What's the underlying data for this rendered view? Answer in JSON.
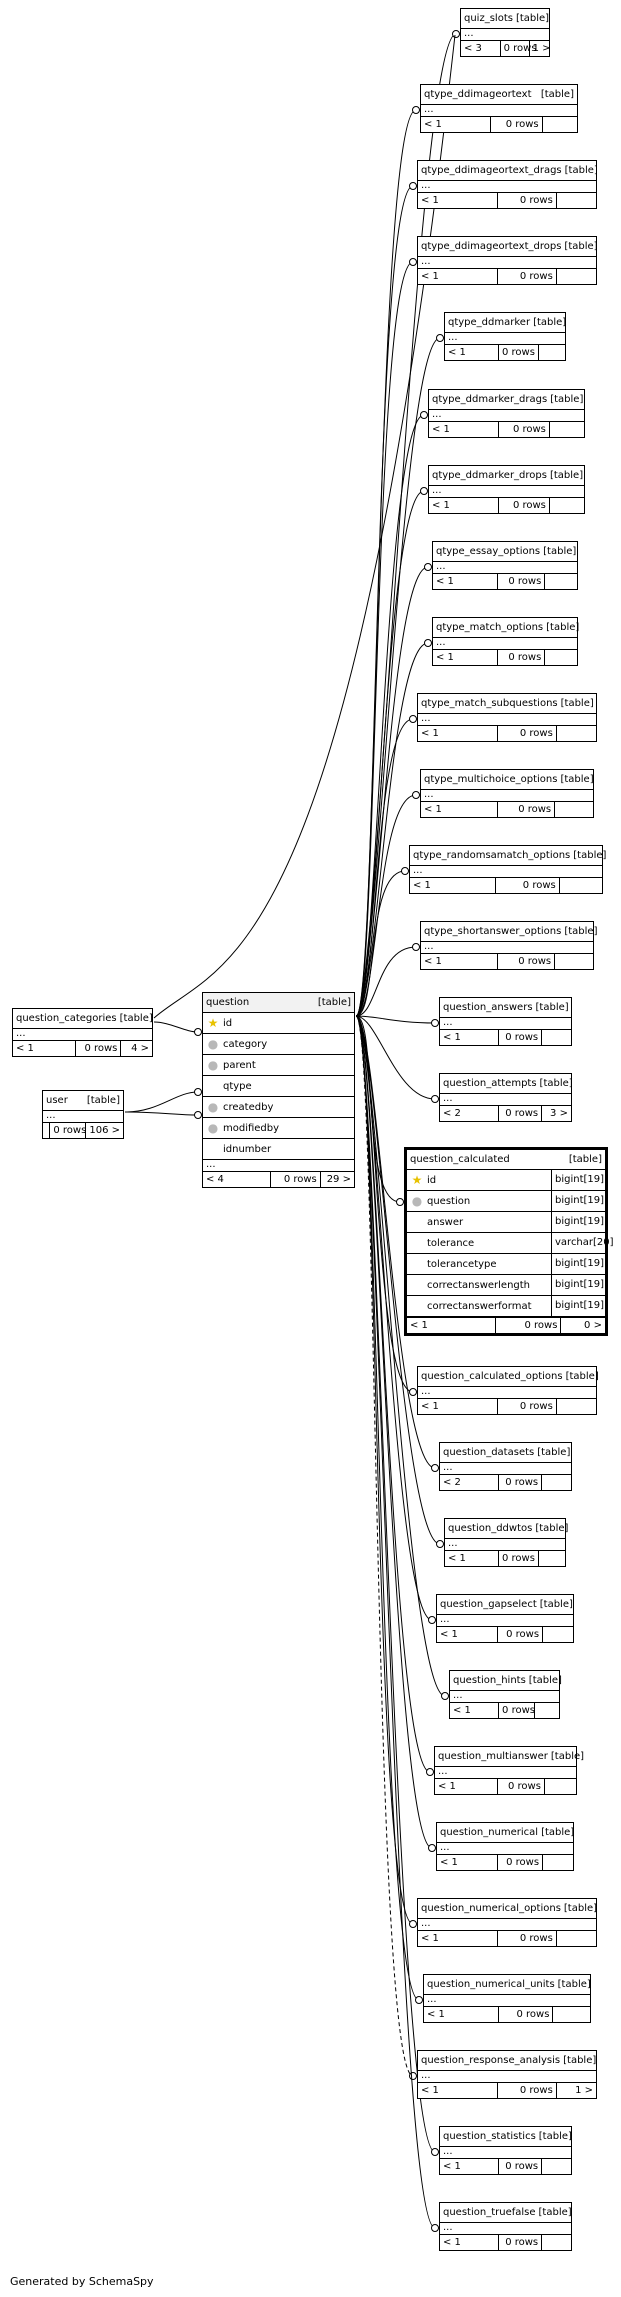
{
  "generated_by": "Generated by SchemaSpy",
  "table_tag": "[table]",
  "ellipsis": "...",
  "icons": {
    "primary_key": "key-icon-gold",
    "foreign_key": "key-icon-gray"
  },
  "colors": {
    "pk": "#e8c200",
    "fk": "#b8b8b8",
    "line": "#000000"
  },
  "question": {
    "name": "question",
    "columns": [
      {
        "name": "id",
        "key": "pk"
      },
      {
        "name": "category",
        "key": "fk"
      },
      {
        "name": "parent",
        "key": "fk"
      },
      {
        "name": "qtype",
        "key": ""
      },
      {
        "name": "createdby",
        "key": "fk"
      },
      {
        "name": "modifiedby",
        "key": "fk"
      },
      {
        "name": "idnumber",
        "key": ""
      }
    ],
    "foot": [
      "< 4",
      "0 rows",
      "29 >"
    ]
  },
  "question_categories": {
    "name": "question_categories",
    "foot": [
      "< 1",
      "0 rows",
      "4 >"
    ]
  },
  "user": {
    "name": "user",
    "foot": [
      "",
      "0 rows",
      "106 >"
    ]
  },
  "question_calculated": {
    "name": "question_calculated",
    "columns": [
      {
        "name": "id",
        "type": "bigint[19]",
        "key": "pk"
      },
      {
        "name": "question",
        "type": "bigint[19]",
        "key": "fk"
      },
      {
        "name": "answer",
        "type": "bigint[19]",
        "key": ""
      },
      {
        "name": "tolerance",
        "type": "varchar[20]",
        "key": ""
      },
      {
        "name": "tolerancetype",
        "type": "bigint[19]",
        "key": ""
      },
      {
        "name": "correctanswerlength",
        "type": "bigint[19]",
        "key": ""
      },
      {
        "name": "correctanswerformat",
        "type": "bigint[19]",
        "key": ""
      }
    ],
    "foot": [
      "< 1",
      "0 rows",
      "0 >"
    ]
  },
  "right_tables": [
    {
      "name": "quiz_slots",
      "foot": [
        "< 3",
        "0 rows",
        "1 >"
      ]
    },
    {
      "name": "qtype_ddimageortext",
      "foot": [
        "< 1",
        "0 rows",
        ""
      ]
    },
    {
      "name": "qtype_ddimageortext_drags",
      "foot": [
        "< 1",
        "0 rows",
        ""
      ]
    },
    {
      "name": "qtype_ddimageortext_drops",
      "foot": [
        "< 1",
        "0 rows",
        ""
      ]
    },
    {
      "name": "qtype_ddmarker",
      "foot": [
        "< 1",
        "0 rows",
        ""
      ]
    },
    {
      "name": "qtype_ddmarker_drags",
      "foot": [
        "< 1",
        "0 rows",
        ""
      ]
    },
    {
      "name": "qtype_ddmarker_drops",
      "foot": [
        "< 1",
        "0 rows",
        ""
      ]
    },
    {
      "name": "qtype_essay_options",
      "foot": [
        "< 1",
        "0 rows",
        ""
      ]
    },
    {
      "name": "qtype_match_options",
      "foot": [
        "< 1",
        "0 rows",
        ""
      ]
    },
    {
      "name": "qtype_match_subquestions",
      "foot": [
        "< 1",
        "0 rows",
        ""
      ]
    },
    {
      "name": "qtype_multichoice_options",
      "foot": [
        "< 1",
        "0 rows",
        ""
      ]
    },
    {
      "name": "qtype_randomsamatch_options",
      "foot": [
        "< 1",
        "0 rows",
        ""
      ]
    },
    {
      "name": "qtype_shortanswer_options",
      "foot": [
        "< 1",
        "0 rows",
        ""
      ]
    },
    {
      "name": "question_answers",
      "foot": [
        "< 1",
        "0 rows",
        ""
      ]
    },
    {
      "name": "question_attempts",
      "foot": [
        "< 2",
        "0 rows",
        "3 >"
      ]
    },
    {
      "name": "question_calculated_options",
      "foot": [
        "< 1",
        "0 rows",
        ""
      ]
    },
    {
      "name": "question_datasets",
      "foot": [
        "< 2",
        "0 rows",
        ""
      ]
    },
    {
      "name": "question_ddwtos",
      "foot": [
        "< 1",
        "0 rows",
        ""
      ]
    },
    {
      "name": "question_gapselect",
      "foot": [
        "< 1",
        "0 rows",
        ""
      ]
    },
    {
      "name": "question_hints",
      "foot": [
        "< 1",
        "0 rows",
        ""
      ]
    },
    {
      "name": "question_multianswer",
      "foot": [
        "< 1",
        "0 rows",
        ""
      ]
    },
    {
      "name": "question_numerical",
      "foot": [
        "< 1",
        "0 rows",
        ""
      ]
    },
    {
      "name": "question_numerical_options",
      "foot": [
        "< 1",
        "0 rows",
        ""
      ]
    },
    {
      "name": "question_numerical_units",
      "foot": [
        "< 1",
        "0 rows",
        ""
      ]
    },
    {
      "name": "question_response_analysis",
      "foot": [
        "< 1",
        "0 rows",
        "1 >"
      ]
    },
    {
      "name": "question_statistics",
      "foot": [
        "< 1",
        "0 rows",
        ""
      ]
    },
    {
      "name": "question_truefalse",
      "foot": [
        "< 1",
        "0 rows",
        ""
      ]
    }
  ]
}
